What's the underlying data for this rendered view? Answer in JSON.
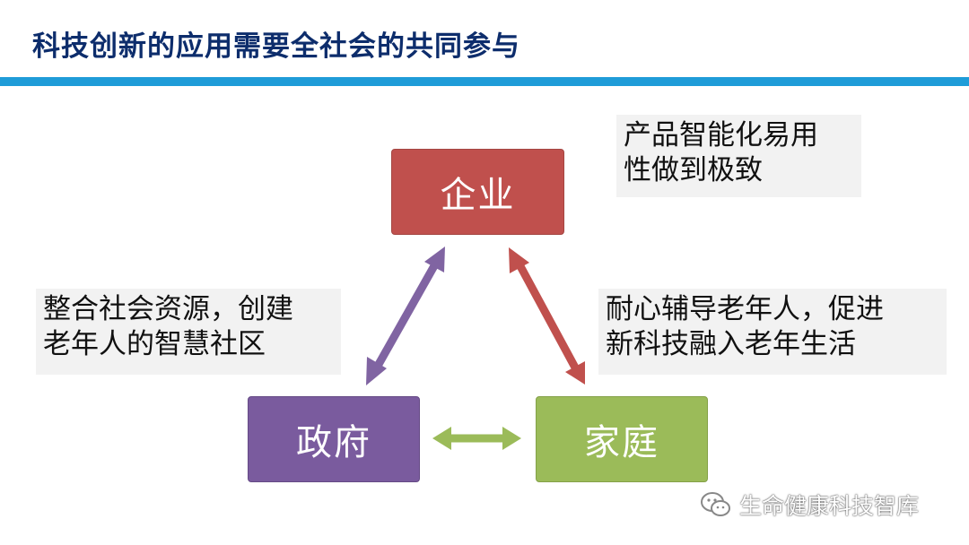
{
  "slide": {
    "title": "科技创新的应用需要全社会的共同参与"
  },
  "nodes": {
    "enterprise": "企业",
    "government": "政府",
    "family": "家庭"
  },
  "notes": {
    "enterprise_note": [
      "产品智能化易用",
      "性做到极致"
    ],
    "government_note": [
      "整合社会资源，创建",
      "老年人的智慧社区"
    ],
    "family_note": [
      "耐心辅导老年人，促进",
      "新科技融入老年生活"
    ]
  },
  "watermark": {
    "text": "生命健康科技智库",
    "icon": "wechat-icon"
  },
  "colors": {
    "title_text": "#0d2d6c",
    "title_bar": "#1f9cd8",
    "enterprise": "#c0504d",
    "government": "#7a5b9e",
    "family": "#9bbb59",
    "arrow_gov_ent": "#8064a2",
    "arrow_ent_fam": "#c0504d",
    "arrow_gov_fam": "#9bbb59"
  }
}
